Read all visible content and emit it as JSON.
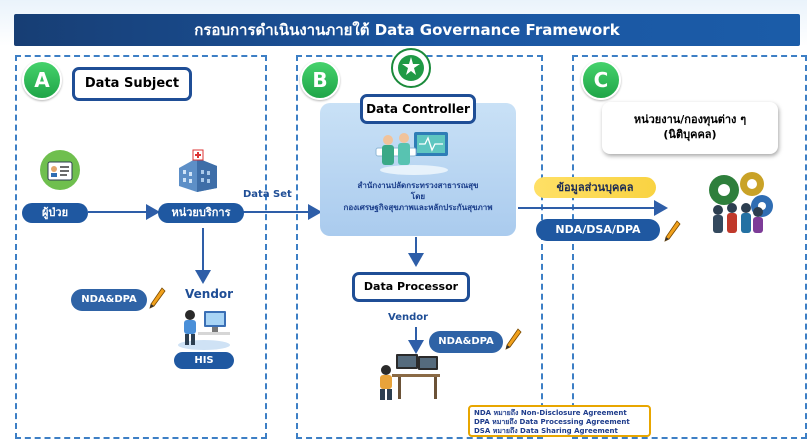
{
  "header": {
    "title": "กรอบการดำเนินงานภายใต้  Data Governance Framework"
  },
  "section_a": {
    "badge": "A",
    "title": "Data Subject",
    "patient_label": "ผู้ป่วย",
    "service_label": "หน่วยบริการ",
    "data_set_label": "Data Set",
    "vendor_label": "Vendor",
    "nda_dpa_label": "NDA&DPA",
    "his_label": "HIS"
  },
  "section_b": {
    "badge": "B",
    "controller_title": "Data Controller",
    "controller_line1": "สำนักงานปลัดกระทรวงสาธารณสุข",
    "controller_line2": "โดย",
    "controller_line3": "กองเศรษฐกิจสุขภาพและหลักประกันสุขภาพ",
    "processor_title": "Data Processor",
    "vendor_label": "Vendor",
    "nda_dpa_label": "NDA&DPA"
  },
  "section_c": {
    "badge": "C",
    "title_line1": "หน่วยงาน/กองทุนต่าง ๆ",
    "title_line2": "(นิติบุคคล)",
    "personal_data_label": "ข้อมูลส่วนบุคคล",
    "agreements_label": "NDA/DSA/DPA"
  },
  "legend": {
    "lines": [
      "NDA หมายถึง Non-Disclosure Agreement",
      "DPA หมายถึง Data Processing Agreement",
      "DSA หมายถึง Data Sharing Agreement"
    ]
  },
  "colors": {
    "title_bar": "#1b56a2",
    "section_border": "#3d7fc5",
    "badge_green": "#2fbb57",
    "pill_blue": "#1f58a1",
    "controller_bg": "#bcd7f1",
    "personal_data_yellow": "#ffdd55",
    "legend_border": "#e8a600"
  },
  "icons": {
    "ministry_logo": "moph-seal-icon",
    "patient": "patient-card-icon",
    "service": "hospital-building-icon",
    "controller": "medical-team-icon",
    "vendor_a": "developer-computer-icon",
    "vendor_b": "developer-monitors-icon",
    "agencies": "people-gears-icon",
    "pen": "pen-icon"
  }
}
